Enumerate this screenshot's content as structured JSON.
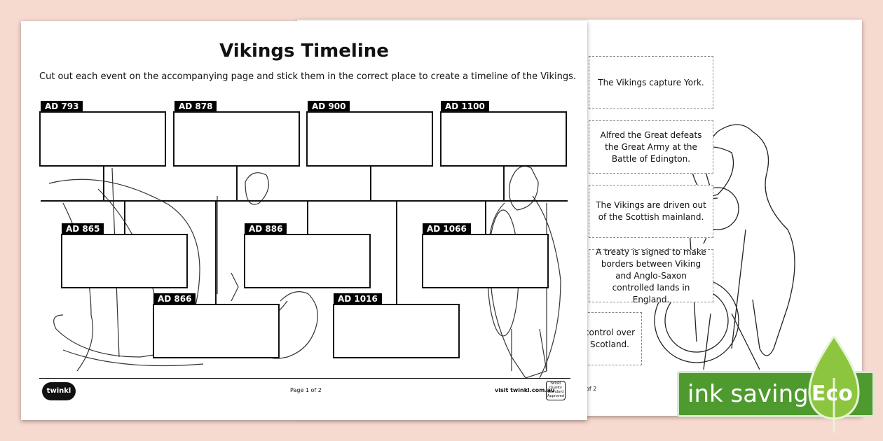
{
  "worksheet": {
    "title": "Vikings Timeline",
    "instructions": "Cut out each event on the accompanying page and stick them in the correct place to create a timeline of the Vikings.",
    "dates": {
      "d793": "AD 793",
      "d878": "AD 878",
      "d900": "AD 900",
      "d1100": "AD 1100",
      "d865": "AD 865",
      "d886": "AD 886",
      "d1066": "AD 1066",
      "d866": "AD 866",
      "d1016": "AD 1016"
    },
    "footer": {
      "logo": "twinkl",
      "page_number": "Page 1 of 2",
      "site": "visit twinkl.com.au",
      "badge": "twinkl Quality Standard Approved"
    }
  },
  "events_page": {
    "events": [
      "The Vikings capture York.",
      "Alfred the Great defeats the Great Army at the Battle of Edington.",
      "The Vikings are driven out of the Scottish mainland.",
      "A treaty is signed to make borders between Viking and Anglo-Saxon controlled lands in England.",
      "control over Scotland."
    ],
    "page_number": "of 2"
  },
  "eco_badge": {
    "text": "ink saving",
    "eco": "Eco",
    "colors": {
      "green": "#4e9a2f"
    }
  }
}
